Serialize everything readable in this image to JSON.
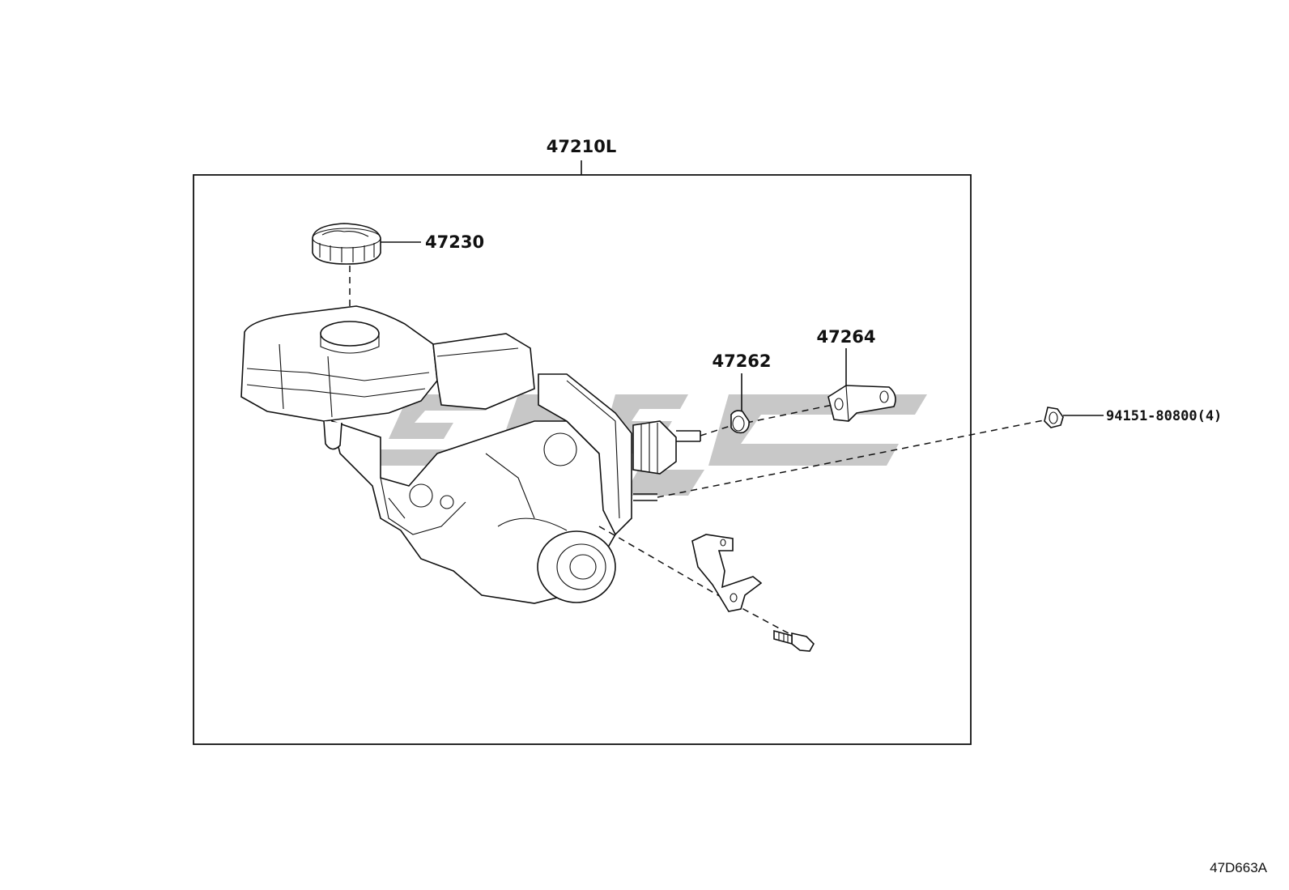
{
  "assembly": {
    "label": "47210L"
  },
  "callouts": {
    "reservoir_cap": "47230",
    "grommet": "47262",
    "clevis": "47264",
    "nut": "94151-80800(4)"
  },
  "diagram_ref": "47D663A",
  "watermark_color": "#9a9a9a"
}
